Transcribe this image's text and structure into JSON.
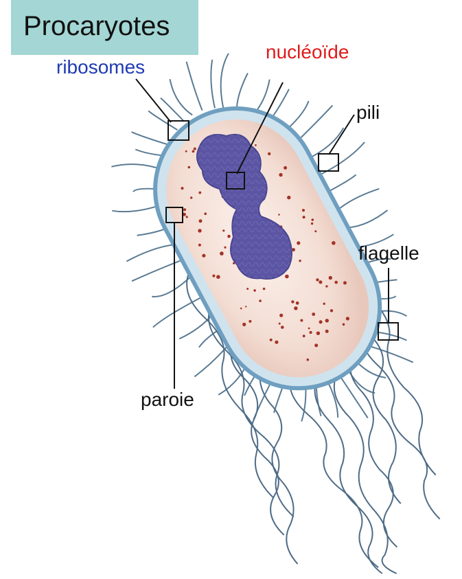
{
  "title": "Procaryotes",
  "labels": {
    "ribosomes": "ribosomes",
    "nucleoide": "nucléoïde",
    "pili": "pili",
    "flagelle": "flagelle",
    "paroie": "paroie"
  },
  "colors": {
    "title_bg": "#a3d6d4",
    "ribosomes_label": "#1f3bb3",
    "nucleoide_label": "#e01b1b",
    "other_labels": "#111111",
    "cell_wall": "#7fb2cf",
    "cytoplasm": "#f4e1d9",
    "nucleoid": "#5b55a3",
    "ribosome_dots": "#a33326",
    "appendages": "#5a7b94"
  }
}
